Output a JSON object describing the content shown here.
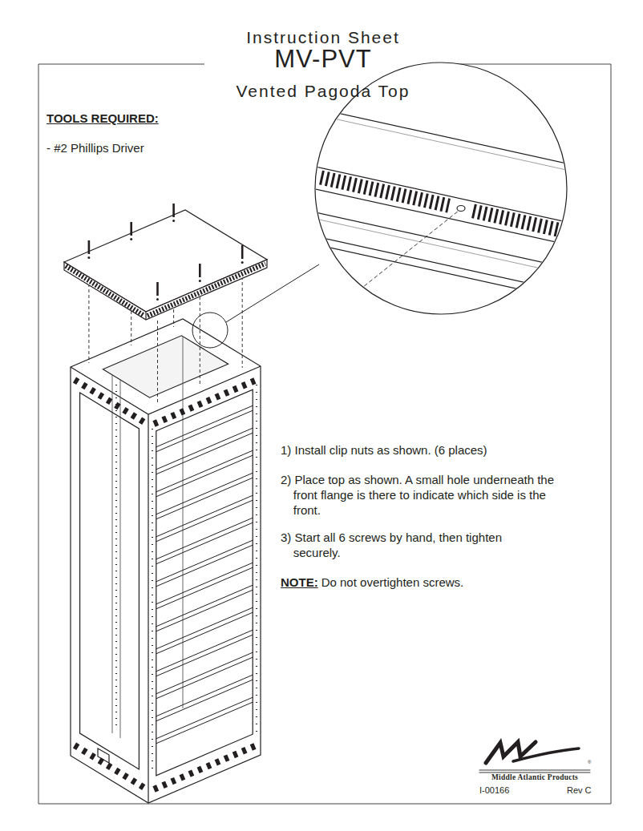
{
  "diagram": {
    "title": "MV-PVT",
    "labels": [
      "Instruction Sheet",
      "Vented Pagoda Top",
      "TOOLS REQUIRED:",
      "- #2 Phillips Driver",
      "1) Install clip nuts as shown. (6 places)",
      "2) Place top as shown. A small hole underneath the front flange is there to indicate which side is the front.",
      "3) Start all 6 screws by hand, then tighten securely.",
      "NOTE:",
      "Do not overtighten screws.",
      "®",
      "Middle Atlantic Products",
      "I-00166",
      "Rev C"
    ]
  }
}
